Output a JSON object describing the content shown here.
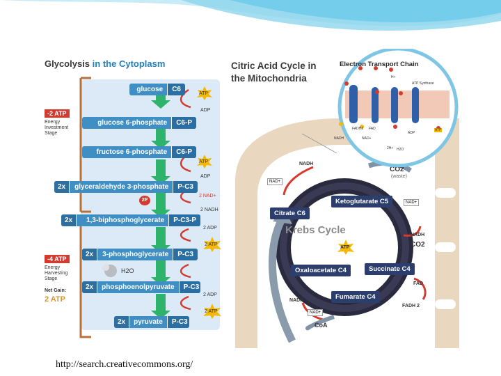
{
  "source_link": "http://search.creativecommons.org/",
  "glycolysis": {
    "title_a": "Glycolysis",
    "title_b": "in the Cytoplasm",
    "molecules": [
      {
        "name": "glucose",
        "formula": "C6"
      },
      {
        "name": "glucose 6-phosphate",
        "formula": "C6-P"
      },
      {
        "name": "fructose 6-phosphate",
        "formula": "C6-P"
      },
      {
        "name": "glyceraldehyde 3-phosphate",
        "formula": "P-C3",
        "mult": "2x"
      },
      {
        "name": "1,3-biphosphoglycerate",
        "formula": "P-C3-P",
        "mult": "2x"
      },
      {
        "name": "3-phosphoglycerate",
        "formula": "P-C3",
        "mult": "2x"
      },
      {
        "name": "phosphoenolpyruvate",
        "formula": "P-C3",
        "mult": "2x"
      },
      {
        "name": "pyruvate",
        "formula": "P-C3",
        "mult": "2x"
      }
    ],
    "energy_investment": {
      "badge": "-2 ATP",
      "label": "Energy Investment Stage"
    },
    "energy_harvesting": {
      "badge": "-4 ATP",
      "label": "Energy Harvesting Stage"
    },
    "net_gain_label": "Net Gain:",
    "net_gain_value": "2 ATP",
    "side_labels": {
      "atp1": "ATP",
      "adp1": "ADP",
      "atp2": "ATP",
      "adp2": "ADP",
      "nad": "2 NAD+",
      "nadh": "2 NADH",
      "pi": "2P",
      "adp3": "2 ADP",
      "atp3": "2 ATP",
      "h2o": "H2O",
      "adp4": "2 ADP",
      "atp4": "2 ATP"
    }
  },
  "citric": {
    "title": "Citric Acid Cycle in the Mitochondria",
    "krebs": "Krebs Cycle",
    "molecules": {
      "citrate": "Citrate C6",
      "ketoglutarate": "Ketoglutarate C5",
      "succinate": "Succinate C4",
      "fumarate": "Fumarate C4",
      "oxaloacetate": "Oxaloacetate C4"
    },
    "labels": {
      "nadh1": "NADH",
      "nad1": "NAD+",
      "co2a": "CO2",
      "waste": "(waste)",
      "nad2": "NAD+",
      "nadh2": "NADH",
      "co2b": "CO2",
      "atp": "ATP",
      "fad": "FAD",
      "fadh": "FADH 2",
      "nadh3": "NADH",
      "nad3": "NAD+",
      "coa": "CoA"
    }
  },
  "etc": {
    "title": "Electron Transport Chain",
    "labels": {
      "atp_synthase": "ATP Synthase",
      "h_plus": "H+",
      "fadh2": "FADH2",
      "fad": "FAD",
      "nadh": "NADH",
      "nad": "NAD+",
      "two_h": "2H+",
      "water": "H2O",
      "adp": "ADP",
      "atp": "ATP"
    }
  },
  "colors": {
    "blue": "#3f8fc5",
    "navy": "#2c3e6e",
    "red": "#d63a2f",
    "green": "#2db36b",
    "gold": "#f5b800",
    "tan": "#ead7c0",
    "pale_blue": "#dbeaf6"
  }
}
